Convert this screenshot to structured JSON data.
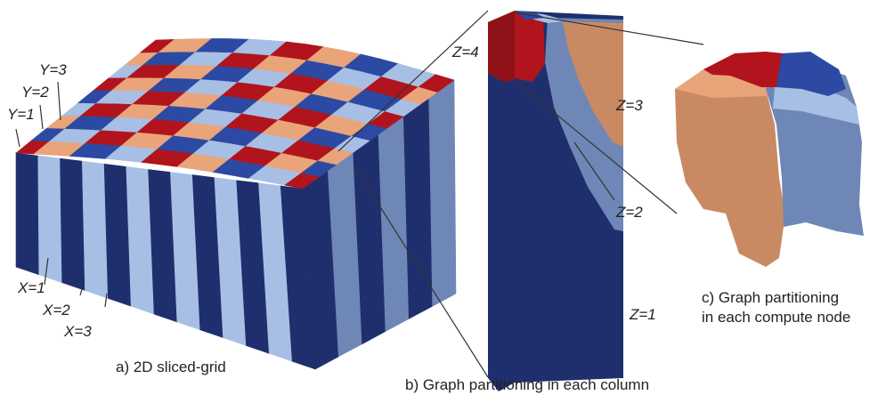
{
  "colors": {
    "dark_blue": "#1f2f6e",
    "mid_blue": "#2c4aa3",
    "light_blue": "#a7bfe4",
    "steel_blue": "#6f87b6",
    "red": "#b1141c",
    "dark_red": "#8e1218",
    "peach": "#e9a47a",
    "tan": "#c98a63",
    "line": "#333333"
  },
  "panel_a": {
    "caption": "a) 2D sliced-grid",
    "y_labels": [
      "Y=3",
      "Y=2",
      "Y=1"
    ],
    "x_labels": [
      "X=1",
      "X=2",
      "X=3"
    ]
  },
  "panel_b": {
    "caption": "b) Graph partitioning in each column",
    "z_labels": [
      "Z=4",
      "Z=3",
      "Z=2",
      "Z=1"
    ]
  },
  "panel_c": {
    "caption_line1": "c) Graph partitioning",
    "caption_line2": "in each compute node"
  }
}
